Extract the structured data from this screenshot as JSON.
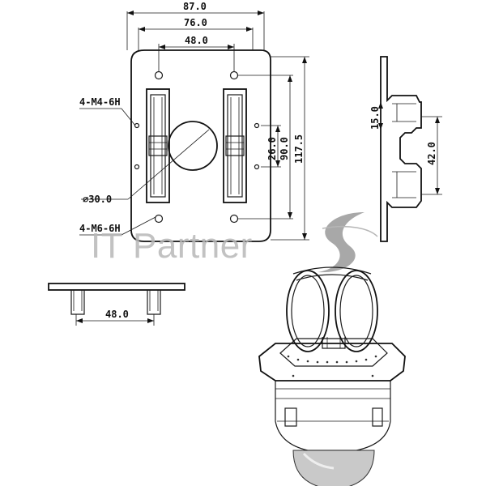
{
  "dimensions": {
    "top_width": "87.0",
    "hole_span": "76.0",
    "slot_span": "48.0",
    "height_90": "90.0",
    "height_total": "117.5",
    "inner_26": "26.0",
    "hole_diameter": "⌀30.0",
    "thread_small": "4-M4-6H",
    "thread_large": "4-M6-6H",
    "bottom_span": "48.0",
    "side_15": "15.0",
    "side_42": "42.0"
  },
  "watermark": {
    "text": "IT Partner"
  }
}
